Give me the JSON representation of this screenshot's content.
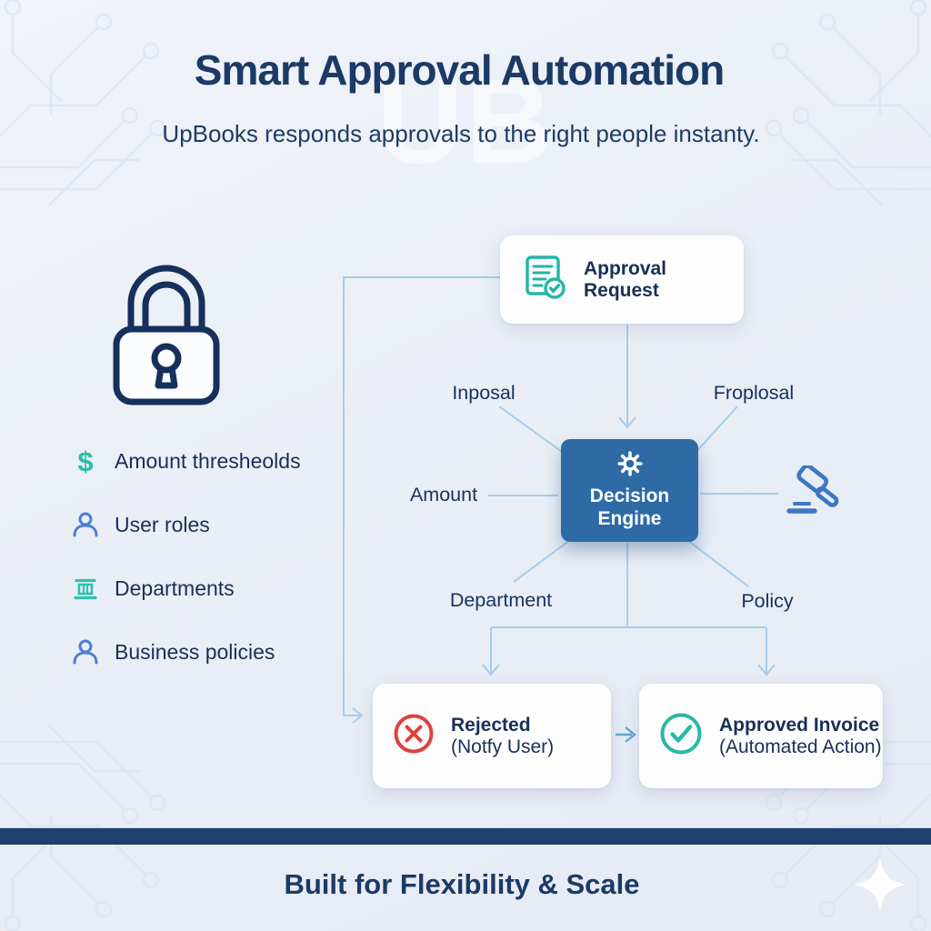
{
  "header": {
    "title": "Smart Approval Automation",
    "subtitle": "UpBooks responds approvals to the right people instanty.",
    "watermark": "UB"
  },
  "criteria": {
    "items": [
      {
        "icon": "dollar-icon",
        "glyph": "$",
        "label": "Amount thresheolds"
      },
      {
        "icon": "user-icon",
        "label": "User roles"
      },
      {
        "icon": "bank-icon",
        "label": "Departments"
      },
      {
        "icon": "user-icon",
        "label": "Business policies"
      }
    ],
    "side_icon": "lock-icon"
  },
  "flow": {
    "approval_request": {
      "icon": "document-check-icon",
      "label": "Approval Request"
    },
    "decision_engine": {
      "icon": "gear-icon",
      "label": "Decision Engine"
    },
    "input_labels": {
      "top_left": "Inposal",
      "top_right": "Froplosal",
      "left": "Amount",
      "bottom_left": "Department",
      "bottom_right": "Policy"
    },
    "side_icon": "gavel-icon",
    "rejected": {
      "icon": "circle-x-icon",
      "title": "Rejected",
      "subtitle": "(Notfy User)"
    },
    "approved": {
      "icon": "circle-check-icon",
      "title": "Approved Invoice",
      "subtitle": "(Automated Action)"
    }
  },
  "footer": {
    "text": "Built for Flexibility & Scale",
    "decor_icon": "sparkle-icon"
  },
  "colors": {
    "background": "#e9edf5",
    "navy_text": "#1b3a66",
    "engine_blue": "#2e6ba6",
    "accent_teal": "#25bfa8",
    "accent_blue": "#4a7fd4",
    "alert_red": "#e0413c",
    "connector_blue": "#a6cde8",
    "divider_navy": "#1e406f"
  }
}
